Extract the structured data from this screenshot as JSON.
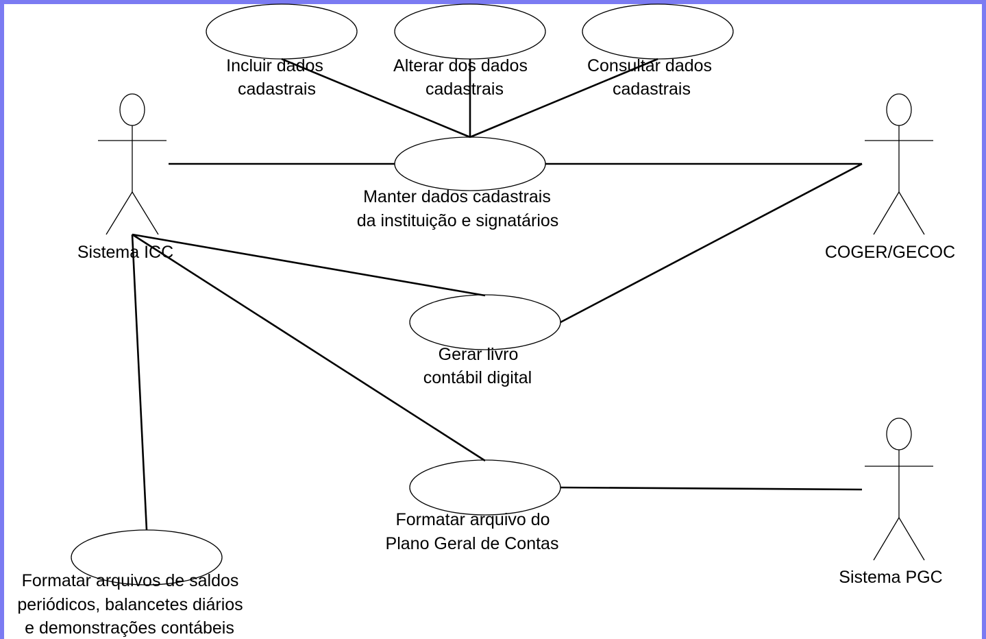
{
  "colors": {
    "frame": "#7b7bf2",
    "background": "#ffffff",
    "ink": "#000000"
  },
  "actors": {
    "sistema_icc": "Sistema ICC",
    "coger_gecoc": "COGER/GECOC",
    "sistema_pgc": "Sistema PGC"
  },
  "use_cases": {
    "incluir": [
      "Incluir dados",
      "cadastrais"
    ],
    "alterar": [
      "Alterar dos dados",
      "cadastrais"
    ],
    "consultar": [
      "Consultar dados",
      "cadastrais"
    ],
    "manter": [
      "Manter dados cadastrais",
      "da instituição e signatários"
    ],
    "gerar_livro": [
      "Gerar livro",
      "contábil digital"
    ],
    "formatar_pgc": [
      "Formatar arquivo do",
      "Plano Geral de Contas"
    ],
    "formatar_saldos": [
      "Formatar arquivos de saldos",
      "periódicos, balancetes diários",
      "e demonstrações contábeis"
    ]
  }
}
